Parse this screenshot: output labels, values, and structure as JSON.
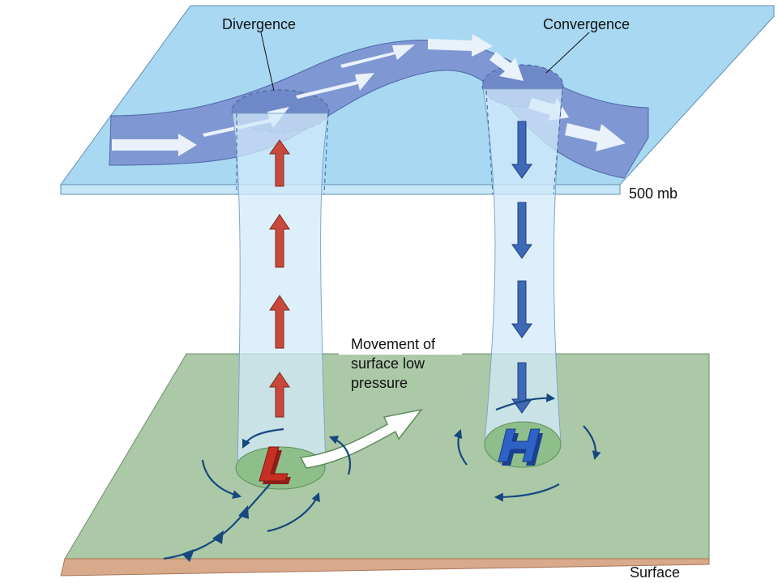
{
  "labels": {
    "divergence": "Divergence",
    "convergence": "Convergence",
    "upper_level": "500 mb",
    "surface": "Surface",
    "movement_line1": "Movement of",
    "movement_line2": "surface low",
    "movement_line3": "pressure"
  },
  "pressure_symbols": {
    "low": "L",
    "high": "H"
  },
  "colors": {
    "upper_plane": "#a9d8f2",
    "upper_plane_edge": "#c6e7f8",
    "jet_stream": "#7f97d3",
    "jet_arrows": "#e9f1fb",
    "surface_plane": "#abc9a6",
    "surface_edge": "#d8a98a",
    "column_fill": "#d2eaf9",
    "rising_air": "#c8493b",
    "sinking_air": "#3d69b6",
    "low_symbol": "#c62f23",
    "high_symbol": "#2f62c7",
    "circulation": "#17477f",
    "cold_front": "#17477f"
  },
  "icons": {
    "rising": "up-arrow",
    "sinking": "down-arrow",
    "movement": "curved-arrow",
    "cold_front": "triangle-front"
  }
}
